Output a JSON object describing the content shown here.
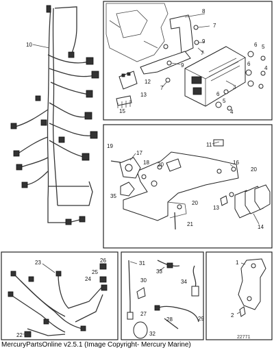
{
  "footer": {
    "copyright": "MercuryPartsOnline v2.5.1 (Image Copyright- Mercury Marine)"
  },
  "drawing_number": "22771",
  "callouts": {
    "harness_main": "10",
    "bracket_ecm": "8",
    "fastener_7a": "7",
    "fastener_7b": "7",
    "fastener_7c": "7",
    "fastener_9a": "9",
    "fastener_9b": "9",
    "ecm_module": "3",
    "bushing_6a": "6",
    "bushing_6b": "6",
    "bushing_6c": "6",
    "washer_5a": "5",
    "washer_5b": "5",
    "nut_4a": "4",
    "nut_4b": "4",
    "plug_12": "12",
    "plug_13": "13",
    "terminal_15": "15",
    "fuse_11": "11",
    "screw_19": "19",
    "breaker_17": "17",
    "washer_18": "18",
    "nut_20a": "20",
    "nut_20b": "20",
    "nut_20c": "20",
    "bracket_16": "16",
    "nut_35": "35",
    "mount_13": "13",
    "relay_14": "14",
    "stud_21": "21",
    "harness_23": "23",
    "connector_26": "26",
    "connector_25": "25",
    "connector_24": "24",
    "connector_22": "22",
    "sensor_31": "31",
    "sensor_33": "33",
    "clip_30": "30",
    "sensor_34": "34",
    "clip_27": "27",
    "harness_28": "28",
    "harness_29": "29",
    "pump_32": "32",
    "bracket_1": "1",
    "bolt_2": "2"
  }
}
